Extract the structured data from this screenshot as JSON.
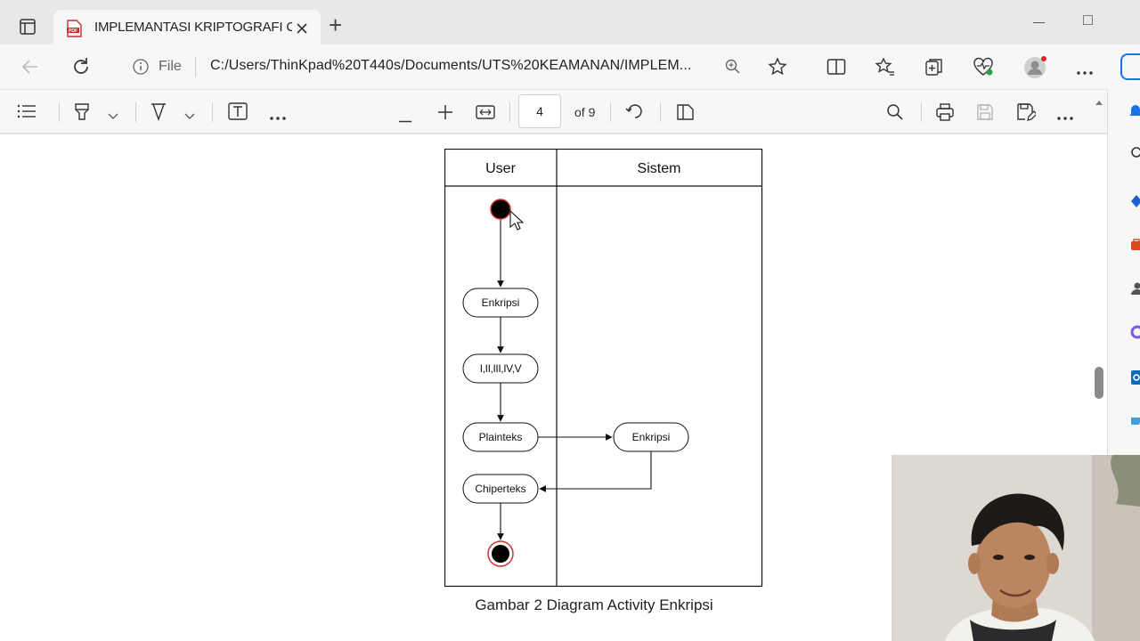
{
  "browser": {
    "tab_title": "IMPLEMANTASI KRIPTOGRAFI C/",
    "new_tab_symbol": "+",
    "file_label": "File",
    "url": "C:/Users/ThinKpad%20T440s/Documents/UTS%20KEAMANAN/IMPLEM...",
    "window_minimize": "—",
    "window_maximize": "□"
  },
  "pdf_toolbar": {
    "page_current": "4",
    "page_total_label": "of 9",
    "more_label": "···"
  },
  "diagram": {
    "lanes": [
      "User",
      "Sistem"
    ],
    "nodes": {
      "enkripsi_user": "Enkripsi",
      "roman": "I,II,III,IV,V",
      "plainteks": "Plainteks",
      "enkripsi_sistem": "Enkripsi",
      "chiperteks": "Chiperteks"
    },
    "caption": "Gambar 2 Diagram Activity Enkripsi"
  },
  "colors": {
    "accent_red": "#d0312d",
    "pdf_icon_red": "#c4302b",
    "sidebar_blue": "#1a73e8"
  },
  "icons": [
    "tab-actions-icon",
    "pdf-file-icon",
    "close-icon",
    "back-icon",
    "refresh-icon",
    "info-icon",
    "zoom-icon",
    "favorite-star-icon",
    "split-screen-icon",
    "favorites-icon",
    "collections-icon",
    "browser-essentials-icon",
    "profile-avatar-icon",
    "more-icon",
    "contents-icon",
    "highlight-icon",
    "draw-icon",
    "text-icon",
    "zoom-out-icon",
    "zoom-in-icon",
    "fit-page-icon",
    "rotate-icon",
    "page-view-icon",
    "search-icon",
    "print-icon",
    "save-icon",
    "save-as-icon"
  ]
}
